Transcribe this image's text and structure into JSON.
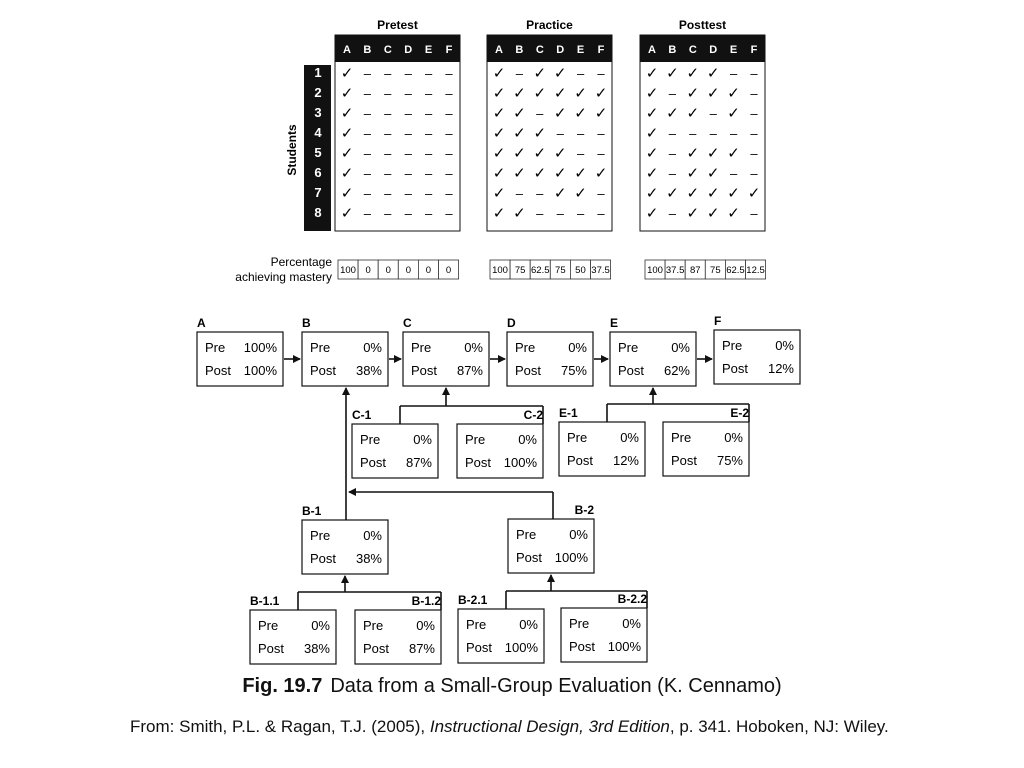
{
  "matrix": {
    "students_label": "Students",
    "mastery_label_line1": "Percentage",
    "mastery_label_line2": "achieving mastery",
    "columns": [
      "A",
      "B",
      "C",
      "D",
      "E",
      "F"
    ],
    "student_ids": [
      "1",
      "2",
      "3",
      "4",
      "5",
      "6",
      "7",
      "8"
    ],
    "check_symbol": "✓",
    "dash_symbol": "–",
    "panels": [
      {
        "title": "Pretest",
        "rows": [
          "✓–––––",
          "✓–––––",
          "✓–––––",
          "✓–––––",
          "✓–––––",
          "✓–––––",
          "✓–––––",
          "✓–––––"
        ],
        "mastery": [
          "100",
          "0",
          "0",
          "0",
          "0",
          "0"
        ]
      },
      {
        "title": "Practice",
        "rows": [
          "✓–✓✓––",
          "✓✓✓✓✓✓",
          "✓✓–✓✓✓",
          "✓✓✓–––",
          "✓✓✓✓––",
          "✓✓✓✓✓✓",
          "✓––✓✓–",
          "✓✓––––"
        ],
        "mastery": [
          "100",
          "75",
          "62.5",
          "75",
          "50",
          "37.5"
        ]
      },
      {
        "title": "Posttest",
        "rows": [
          "✓✓✓✓––",
          "✓–✓✓✓–",
          "✓✓✓–✓–",
          "✓–––––",
          "✓–✓✓✓–",
          "✓–✓✓––",
          "✓✓✓✓✓✓",
          "✓–✓✓✓–"
        ],
        "mastery": [
          "100",
          "37.5",
          "87",
          "75",
          "62.5",
          "12.5"
        ]
      }
    ]
  },
  "flow": {
    "pre_label": "Pre",
    "post_label": "Post",
    "boxes": [
      {
        "id": "A",
        "pre": "100%",
        "post": "100%"
      },
      {
        "id": "B",
        "pre": "0%",
        "post": "38%"
      },
      {
        "id": "C",
        "pre": "0%",
        "post": "87%"
      },
      {
        "id": "D",
        "pre": "0%",
        "post": "75%"
      },
      {
        "id": "E",
        "pre": "0%",
        "post": "62%"
      },
      {
        "id": "F",
        "pre": "0%",
        "post": "12%"
      },
      {
        "id": "C-1",
        "pre": "0%",
        "post": "87%"
      },
      {
        "id": "C-2",
        "pre": "0%",
        "post": "100%"
      },
      {
        "id": "E-1",
        "pre": "0%",
        "post": "12%"
      },
      {
        "id": "E-2",
        "pre": "0%",
        "post": "75%"
      },
      {
        "id": "B-1",
        "pre": "0%",
        "post": "38%"
      },
      {
        "id": "B-2",
        "pre": "0%",
        "post": "100%"
      },
      {
        "id": "B-1.1",
        "pre": "0%",
        "post": "38%"
      },
      {
        "id": "B-1.2",
        "pre": "0%",
        "post": "87%"
      },
      {
        "id": "B-2.1",
        "pre": "0%",
        "post": "100%"
      },
      {
        "id": "B-2.2",
        "pre": "0%",
        "post": "100%"
      }
    ]
  },
  "caption": {
    "fig_number": "Fig. 19.7",
    "fig_title": "Data from a Small-Group Evaluation (K. Cennamo)",
    "source_prefix": "From: Smith, P.L. & Ragan, T.J. (2005), ",
    "source_title": "Instructional Design, 3rd Edition",
    "source_suffix": ", p. 341. Hoboken, NJ: Wiley."
  }
}
